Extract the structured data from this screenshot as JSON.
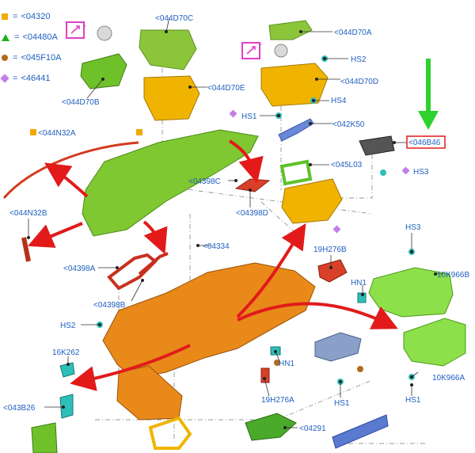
{
  "legend": [
    {
      "shape": "square",
      "color": "#f2a900",
      "symbol": "=",
      "code": "<04320"
    },
    {
      "shape": "triangle",
      "color": "#19b21e",
      "symbol": "=",
      "code": "<04480A"
    },
    {
      "shape": "circle",
      "color": "#b26a1c",
      "symbol": "=",
      "code": "<045F10A"
    },
    {
      "shape": "diamond",
      "color": "#c27ee6",
      "symbol": "=",
      "code": "<46441"
    }
  ],
  "labels": {
    "l044D70C": "<044D70C",
    "l044D70A": "<044D70A",
    "lHS2_top": "HS2",
    "l044D70B": "<044D70B",
    "l044D70E": "<044D70E",
    "l044D70D": "<044D70D",
    "lHS4": "HS4",
    "lHS1_top": "HS1",
    "l042K50": "<042K50",
    "l044N32A": "<044N32A",
    "l046B46": "<046B46",
    "l045L03": "<045L03",
    "lHS3_mid": "HS3",
    "l04398C": "<04398C",
    "l04398D": "<04398D",
    "l044N32B": "<044N32B",
    "l04334": "<04334",
    "l19H276B": "19H276B",
    "lHS3_right": "HS3",
    "lHN1_right": "HN1",
    "l10K966B": "10K966B",
    "l04398A": "<04398A",
    "l04398B": "<04398B",
    "lHS2_left": "HS2",
    "l16K262": "16K262",
    "lHN1_mid": "HN1",
    "l10K966A": "10K966A",
    "l19H276A": "19H276A",
    "lHS1_mid": "HS1",
    "lHS1_right": "HS1",
    "l043B26": "<043B26",
    "l04291": "<04291"
  },
  "colors": {
    "green_part": "#7fc832",
    "yellow_part": "#f0b400",
    "orange_part": "#e8891a",
    "red_arrow": "#e21a1a",
    "callout_arrow": "#2fd12f",
    "highlight_box": "#e21a1a",
    "magenta_box": "#e23fc4",
    "label_blue": "#1f5fbf"
  },
  "icons": {
    "callout": "green-down-arrow-icon",
    "detail": "magenta-pointer-box-icon"
  }
}
